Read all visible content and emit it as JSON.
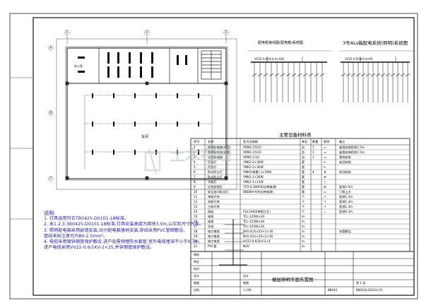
{
  "drawing": {
    "panel_left_title": "配电柜接线图(配电箱)系统图",
    "panel_right_title": "3号ALs箱配电系统(照明)系统图",
    "bus_label_left": "VV22-0.6/1kV-4×185",
    "bus_label_right": "VV22-0.6/1kV-4×95",
    "table_title": "主要设备材料表",
    "table_header": [
      "序号",
      "名称",
      "型号及规格",
      "单位",
      "数量",
      "图例",
      "备注"
    ],
    "table_rows": [
      {
        "no": "1",
        "name": "照明配电箱(成套)",
        "spec": "XRM2-15/10",
        "unit": "台",
        "qty": "1",
        "legend": "▭",
        "note": "嵌墙安装距地1.5m"
      },
      {
        "no": "2",
        "name": "照明配电箱(成套)",
        "spec": "XRM2-15/10",
        "unit": "台",
        "qty": "1",
        "legend": "▭",
        "note": "嵌墙安装距地1.5m"
      },
      {
        "no": "3",
        "name": "动力配电箱",
        "spec": "XRM2-1/10",
        "unit": "台",
        "qty": "1",
        "legend": "▭",
        "note": "落地安装"
      },
      {
        "no": "4",
        "name": "荧光灯",
        "spec": "YMK2-2×36W",
        "unit": "套",
        "qty": "",
        "legend": "━",
        "note": "吸顶安装"
      },
      {
        "no": "5",
        "name": "荧光灯",
        "spec": "YMK2-1×36W",
        "unit": "套",
        "qty": "",
        "legend": "━",
        "note": ""
      },
      {
        "no": "6",
        "name": "防水防尘灯",
        "spec": "YMK2(带罩)-1×36W",
        "unit": "套",
        "qty": "4",
        "legend": "⊗",
        "note": "吸顶安装"
      },
      {
        "no": "7",
        "name": "防水防尘灯",
        "spec": "YMK2-1×36W",
        "unit": "套",
        "qty": "",
        "legend": "⊗",
        "note": ""
      },
      {
        "no": "8",
        "name": "节能灯",
        "spec": "YMK2-1×13W",
        "unit": "套",
        "qty": "",
        "legend": "○",
        "note": ""
      },
      {
        "no": "9",
        "name": "应急照明灯",
        "spec": "YTD-0.3W/E6(自带电源)",
        "unit": "套",
        "qty": "",
        "legend": "⊗",
        "note": "距地2.5m"
      },
      {
        "no": "10",
        "name": "安全出口标志灯",
        "spec": "BBD8H-4/6(自带电源)",
        "unit": "套",
        "qty": "",
        "legend": "▭",
        "note": "门框上方"
      },
      {
        "no": "11",
        "name": "单联开关",
        "spec": "",
        "unit": "个",
        "qty": "",
        "legend": "↗",
        "note": "距地1.3m"
      },
      {
        "no": "12",
        "name": "双联开关",
        "spec": "",
        "unit": "个",
        "qty": "",
        "legend": "↗",
        "note": "距地1.3m"
      },
      {
        "no": "13",
        "name": "三联开关",
        "spec": "",
        "unit": "个",
        "qty": "",
        "legend": "↗",
        "note": "距地1.3m"
      },
      {
        "no": "14",
        "name": "插座",
        "spec": "F&L1A60(单相三孔)",
        "unit": "个",
        "qty": "",
        "legend": "⊥",
        "note": "距地0.3m"
      },
      {
        "no": "15",
        "name": "电缆",
        "spec": "TCL-125W×2A",
        "unit": "m",
        "qty": "",
        "legend": "",
        "note": ""
      },
      {
        "no": "16",
        "name": "电缆",
        "spec": "TCL-125W×4A",
        "unit": "m",
        "qty": "",
        "legend": "",
        "note": ""
      },
      {
        "no": "17",
        "name": "导线",
        "spec": "TCL-125W×2A",
        "unit": "m",
        "qty": "",
        "legend": "",
        "note": ""
      },
      {
        "no": "18",
        "name": "电力电缆",
        "spec": "BVV-2(3)×25+1×16",
        "unit": "m",
        "qty": "",
        "legend": "",
        "note": "穿管敷设"
      },
      {
        "no": "19",
        "name": "电力电缆",
        "spec": "BVV-3(1)×25+2×16",
        "unit": "m",
        "qty": "",
        "legend": "",
        "note": ""
      },
      {
        "no": "20",
        "name": "电力电缆",
        "spec": "VV22-0.6/1kV-2×4",
        "unit": "m",
        "qty": "",
        "legend": "",
        "note": ""
      },
      {
        "no": "21",
        "name": "PVC管",
        "spec": "Φ20",
        "unit": "m",
        "qty": "",
        "legend": "",
        "note": ""
      }
    ],
    "notes_title": "说明:",
    "notes": [
      "1. 灯具选用符合TB0425-D0101-18标准。",
      "2. 本1.2.3.3B0425-D0101-18标准,灯具安装高度为距地3.0m,以实际尺寸为准。",
      "3. 照明配电箱采用嵌墙安装,动力配电箱落地安装,穿线采用PVC管暗敷设,",
      "   管线未标注者均为BV-2.5mm²。",
      "4. 电缆采用镀锌钢管保护敷设,进户处需预埋防水套管,室外电缆埋深不小于0.7m,",
      "   进户电缆采用VV22-0.6/1KV-2×25,并穿钢管保护敷设。"
    ],
    "title_block": {
      "labels": [
        "审核",
        "审定",
        "校对",
        "设计",
        "制图",
        "比例"
      ],
      "names": [
        "",
        "",
        "",
        "设计",
        "制图",
        "1:100"
      ],
      "drawing_name": "楼层照明平面布置图",
      "drawing_no": "BB042",
      "sheet": "第 1 张",
      "ref": "BB042S-D0101-19"
    },
    "watermark_text": "土木在线",
    "watermark_sub": "co188.com",
    "plan_labels": {
      "room1": "办公室",
      "hall": "车间",
      "grid_a": "A",
      "grid_b": "B",
      "grid_c": "C",
      "grid_1": "1",
      "grid_2": "2",
      "grid_3": "3"
    }
  }
}
